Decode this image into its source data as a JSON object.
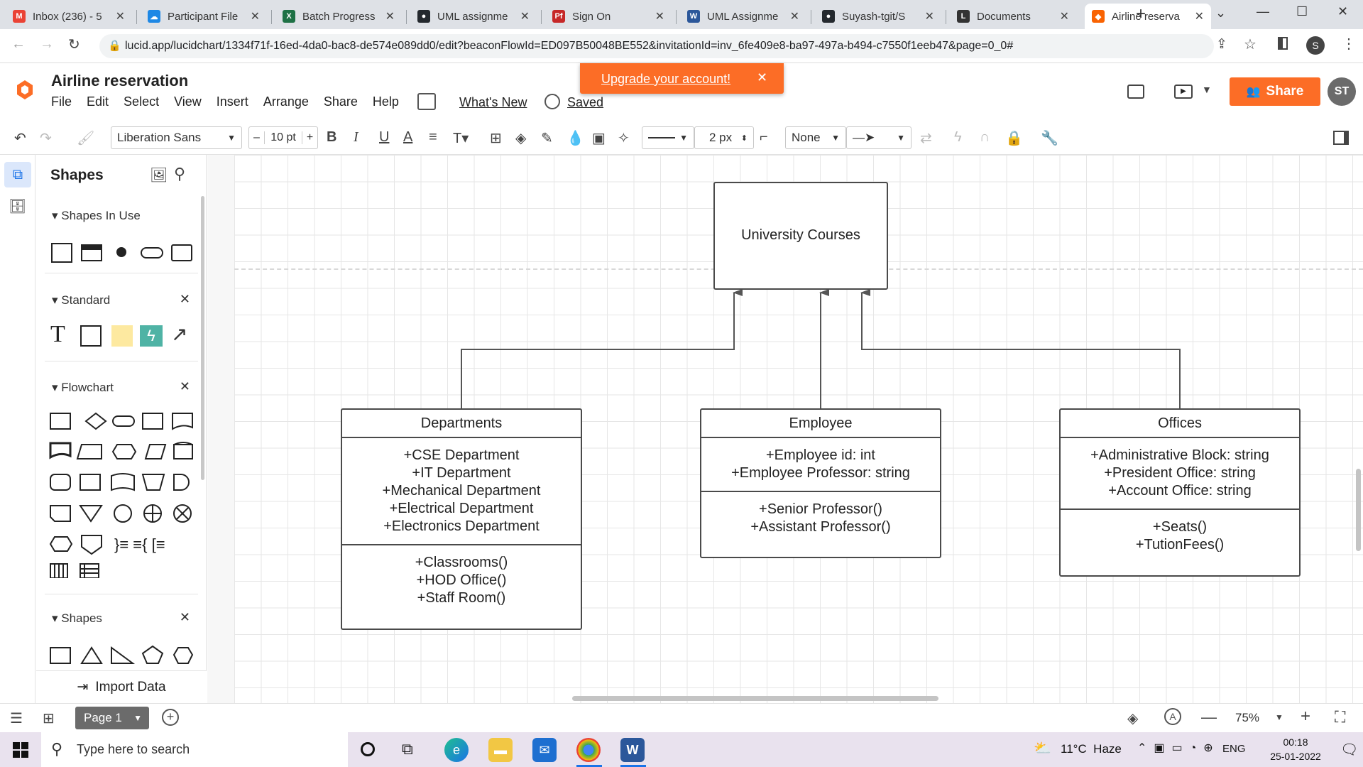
{
  "browser": {
    "tabs": [
      {
        "label": "Inbox (236) - 5",
        "fav": "M",
        "color": "#ea4335"
      },
      {
        "label": "Participant File",
        "fav": "☁",
        "color": "#1e88e5"
      },
      {
        "label": "Batch Progress",
        "fav": "X",
        "color": "#1e7145"
      },
      {
        "label": "UML assignme",
        "fav": "●",
        "color": "#24292e"
      },
      {
        "label": "Sign On",
        "fav": "Pf",
        "color": "#c62828"
      },
      {
        "label": "UML Assignme",
        "fav": "W",
        "color": "#2b579a"
      },
      {
        "label": "Suyash-tgit/S",
        "fav": "●",
        "color": "#24292e"
      },
      {
        "label": "Documents",
        "fav": "L",
        "color": "#333333"
      },
      {
        "label": "Airline reserva",
        "fav": "◆",
        "color": "#f96302"
      }
    ],
    "url": "lucid.app/lucidchart/1334f71f-16ed-4da0-bac8-de574e089dd0/edit?beaconFlowId=ED097B50048BE552&invitationId=inv_6fe409e8-ba97-497a-b494-c7550f1eeb47&page=0_0#",
    "profile_initial": "S"
  },
  "app": {
    "doc_title": "Airline reservation",
    "menu": [
      "File",
      "Edit",
      "Select",
      "View",
      "Insert",
      "Arrange",
      "Share",
      "Help"
    ],
    "whats_new": "What's New",
    "saved": "Saved",
    "upgrade": "Upgrade your account!",
    "share": "Share",
    "avatar": "ST",
    "accent": "#fc6d26"
  },
  "toolbar": {
    "font": "Liberation Sans",
    "font_size": "10 pt",
    "line_width": "2 px",
    "endpoint": "None"
  },
  "shapes_panel": {
    "title": "Shapes",
    "sections": [
      "Shapes In Use",
      "Standard",
      "Flowchart",
      "Shapes"
    ],
    "import": "Import Data"
  },
  "diagram": {
    "root": "University Courses",
    "classes": [
      {
        "name": "Departments",
        "attributes": [
          "+CSE Department",
          "+IT Department",
          "+Mechanical Department",
          "+Electrical Department",
          "+Electronics Department"
        ],
        "methods": [
          "+Classrooms()",
          "+HOD Office()",
          "+Staff Room()"
        ]
      },
      {
        "name": "Employee",
        "attributes": [
          "+Employee id: int",
          "+Employee Professor: string"
        ],
        "methods": [
          "+Senior Professor()",
          "+Assistant Professor()"
        ]
      },
      {
        "name": "Offices",
        "attributes": [
          "+Administrative Block: string",
          "+President Office: string",
          "+Account Office: string"
        ],
        "methods": [
          "+Seats()",
          "+TutionFees()"
        ]
      }
    ]
  },
  "bottom": {
    "page": "Page 1",
    "zoom": "75%"
  },
  "taskbar": {
    "search": "Type here to search",
    "weather": "11°C  Haze",
    "lang": "ENG",
    "time": "00:18",
    "date": "25-01-2022"
  }
}
